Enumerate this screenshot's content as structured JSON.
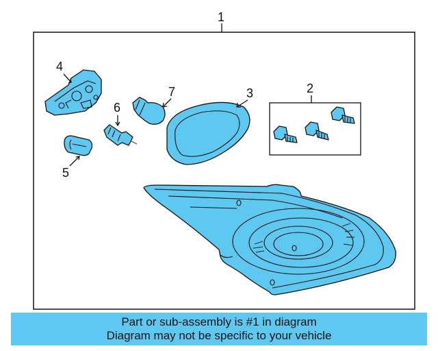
{
  "callouts": {
    "c1": "1",
    "c2": "2",
    "c3": "3",
    "c4": "4",
    "c5": "5",
    "c6": "6",
    "c7": "7"
  },
  "footer": {
    "line1": "Part or sub-assembly is #1 in diagram",
    "line2": "Diagram may not be specific to your vehicle"
  },
  "colors": {
    "highlight": "#5ec8f0",
    "outline": "#111111",
    "background": "#ffffff"
  }
}
